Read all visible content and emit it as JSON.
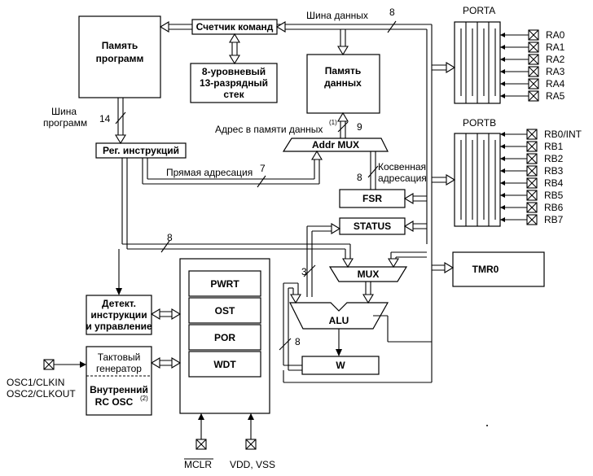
{
  "blocks": {
    "program_memory": [
      "Память",
      "программ"
    ],
    "program_counter": "Счетчик команд",
    "stack": [
      "8-уровневый",
      "13-разрядный",
      "стек"
    ],
    "data_memory": [
      "Память",
      "данных"
    ],
    "instruction_register": "Рег. инструкций",
    "addr_mux": "Addr MUX",
    "fsr": "FSR",
    "status": "STATUS",
    "mux": "MUX",
    "alu": "ALU",
    "w": "W",
    "tmr0": "TMR0",
    "decoder": [
      "Детект.",
      "инструкции",
      "и управление"
    ],
    "clock_gen": [
      "Тактовый",
      "генератор"
    ],
    "internal_rc": "Внутренний",
    "rc_osc": "RC OSC",
    "rc_osc_note": "(2)",
    "reset_blocks": [
      "PWRT",
      "OST",
      "POR",
      "WDT"
    ]
  },
  "labels": {
    "data_bus": "Шина данных",
    "program_bus": [
      "Шина",
      "программ"
    ],
    "data_addr": "Адрес в памяти данных",
    "data_addr_note": "(1)",
    "direct_addr": "Прямая адресация",
    "indirect_addr": [
      "Косвенная",
      "адресация"
    ],
    "width_8_top": "8",
    "width_14": "14",
    "width_9": "9",
    "width_7": "7",
    "width_8_fsr": "8",
    "width_8_mid": "8",
    "width_3": "3",
    "width_8_alu": "8"
  },
  "ports": {
    "porta": {
      "name": "PORTA",
      "pins": [
        "RA0",
        "RA1",
        "RA2",
        "RA3",
        "RA4",
        "RA5"
      ]
    },
    "portb": {
      "name": "PORTB",
      "pins": [
        "RB0/INT",
        "RB1",
        "RB2",
        "RB3",
        "RB4",
        "RB5",
        "RB6",
        "RB7"
      ]
    }
  },
  "pins": {
    "osc": [
      "OSC1/CLKIN",
      "OSC2/CLKOUT"
    ],
    "mclr": "MCLR",
    "vdd_vss": "VDD, VSS"
  }
}
